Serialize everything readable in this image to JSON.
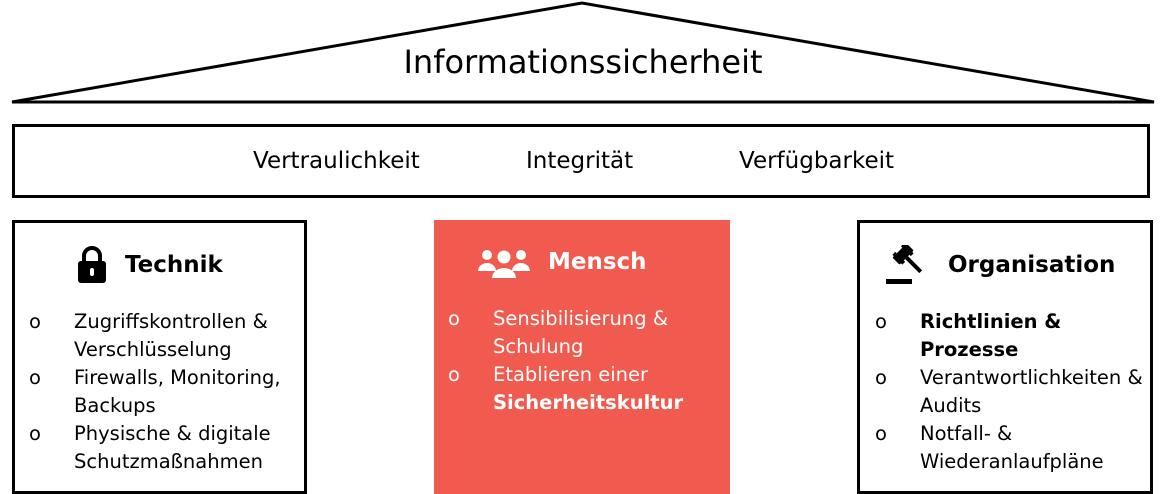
{
  "roof": {
    "title": "Informationssicherheit"
  },
  "goals": [
    "Vertraulichkeit",
    "Integrität",
    "Verfügbarkeit"
  ],
  "pillars": {
    "technik": {
      "title": "Technik",
      "icon": "lock-icon",
      "items": [
        {
          "text": "Zugriffskontrollen & Verschlüsselung"
        },
        {
          "text": "Firewalls, Monitoring, Backups"
        },
        {
          "text": "Physische & digitale Schutzmaßnahmen"
        }
      ]
    },
    "mensch": {
      "title": "Mensch",
      "icon": "people-icon",
      "background": "#f15a4e",
      "items": [
        {
          "text": "Sensibilisierung & Schulung"
        },
        {
          "text": "Etablieren einer",
          "emphasis": "Sicherheitskultur"
        }
      ]
    },
    "organisation": {
      "title": "Organisation",
      "icon": "gavel-icon",
      "items": [
        {
          "text": "Richtlinien & Prozesse"
        },
        {
          "text": "Verantwortlichkeiten & Audits"
        },
        {
          "text": "Notfall- & Wiederanlaufpläne"
        }
      ]
    }
  },
  "bullet": "o"
}
